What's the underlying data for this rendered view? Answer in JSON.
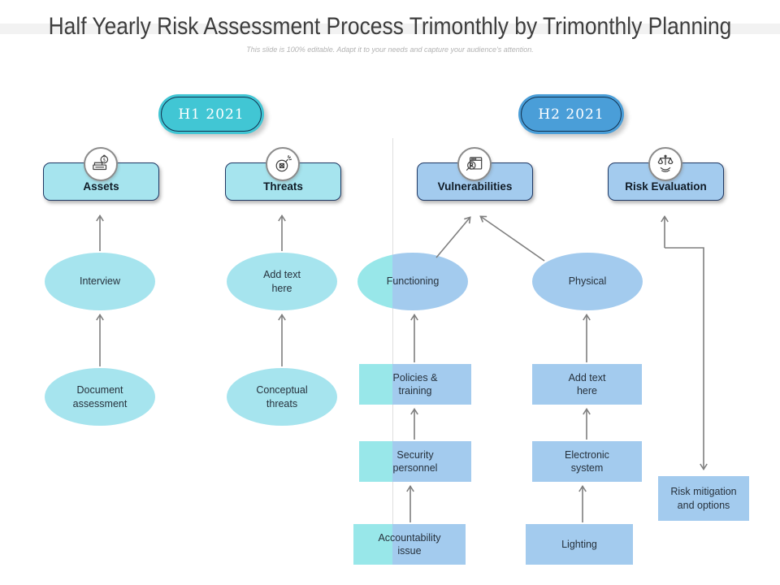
{
  "title": "Half Yearly Risk Assessment Process Trimonthly by Trimonthly Planning",
  "subtitle": "This slide is 100% editable. Adapt it to your needs and capture your audience's attention.",
  "badges": {
    "h1": "H1 2021",
    "h2": "H2 2021"
  },
  "columns": {
    "assets": {
      "header": "Assets",
      "icon": "cash-register-icon"
    },
    "threats": {
      "header": "Threats",
      "icon": "bomb-icon"
    },
    "vulnerabilities": {
      "header": "Vulnerabilities",
      "icon": "vulnerability-scan-icon"
    },
    "risk_evaluation": {
      "header": "Risk Evaluation",
      "icon": "scales-hand-icon"
    }
  },
  "nodes": {
    "interview": "Interview",
    "document_assessment": "Document assessment",
    "threats_add_text": "Add text here",
    "conceptual_threats": "Conceptual threats",
    "functioning": "Functioning",
    "physical": "Physical",
    "policies_training": "Policies & training",
    "security_personnel": "Security personnel",
    "accountability_issue": "Accountability issue",
    "risk_add_text": "Add text here",
    "electronic_system": "Electronic system",
    "lighting": "Lighting",
    "risk_mitigation": "Risk mitigation and options"
  },
  "colors": {
    "h1_badge": "#41c6d4",
    "h2_badge": "#4a9ed8",
    "cyan_fill": "#a6e4ee",
    "blue_fill": "#a3cbee",
    "split_cyan": "#98e7e9",
    "arrow": "#7f7f7f",
    "header_border": "#1f3864",
    "divider_line": "#dedede"
  }
}
